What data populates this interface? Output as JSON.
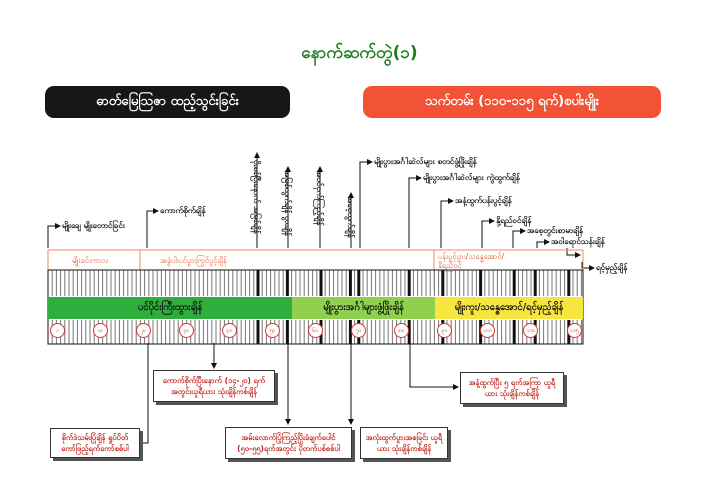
{
  "title": "နောက်ဆက်တွဲ(၁)",
  "banners": {
    "left": "ဓာတ်မြေဩဇာ ထည့်သွင်းခြင်း",
    "right": "သက်တမ်း (၁၁၀-၁၁၅ ရက်)စပါးမျိုး"
  },
  "left_labels": {
    "sowing": "မျိုးချေ မျိုးတောင်ခြင်း",
    "transplant": "ကောက်စိုက်ချိန်"
  },
  "vertical_labels": {
    "v1": "ပိုးစစ်ပြီးနောက် အမြစ်ချိန်",
    "v2": "အမြစ်ထွက်ချိန် ပွားချိန်",
    "v3": "အပင်ငှက်ကြည့်ချိန်",
    "v4": "အစေ့ထွက်ချိန်"
  },
  "right_labels": {
    "r1": "မျိုးပွားအင်္ဂါဆဲလ်များ စတင်ဖွံ့ဖြိုးချိန်",
    "r2": "မျိုးပွားအင်္ဂါဆဲလ်များ ကွဲထွက်ချိန်",
    "r3": "အနံ့ထွက်ပန်းပွင့်ချိန်",
    "r4": "နို့ရည်ဝင်ချိန်",
    "r5": "အစေ့တွင်းစာမာချိန်",
    "r6": "အဝါရောင်သန်းချိန်",
    "r7": "ရင့်မှည့်ချိန်"
  },
  "phase_labels": {
    "p1": "မျိုးခင်းကာလ",
    "p2": "အခွဲပါးပင်ပွားကြွင်ပွင့်ချိန်",
    "p3": "ပန်းပွင့်ပွား/သန္ဓေအောင်/နို့ရည်ဝင်"
  },
  "stages": {
    "s1": "ပင်ပိုင်းကြီးထွားချိန်",
    "s2": "မျိုးပွားအင်္ဂါများဖွံ့ဖြိုးချိန်",
    "s3": "မျိုးကူး/သန္ဓေအောင်/ရင့်မှည့်ချိန်"
  },
  "ages": [
    "၁",
    "၁၀",
    "၂၀",
    "၃၀",
    "၄၀",
    "၅၀",
    "၆၀",
    "၇၀",
    "၈၀",
    "၉၀",
    "၁၀၀",
    "၁၁၀",
    "၁၁၅"
  ],
  "boxes": {
    "b1": "စိုက်ဒဲသမ်းပြုံချိန် ရှုပ်ပိတ်ကော်ဖြည့်ရက်ကော်စစ်ပါ",
    "b2": "ကောက်စိုက်ပြီးနောက် (၁၄-၂၀) ရက် အတွင်းယူရီယား သုံးချိန်ကစ်ချိန်",
    "b3": "အမ်းလောက်ပြုံကြည့်ပြိုးခံချက်ပေါင် (၅၀-၅၅)ရက်အတွင်း ပိုတက်ပစ်စစ်ပါ",
    "b4": "အလုံးထွက်ပွားအစခြင်း ယူရီယား သုံးချိန်ကစ်ချိန်",
    "b5": "အနံ့ထွက်ပြီး ၅ ရက်အကြာ ယူရီယား သုံးချိန်ကစ်ချိန်"
  }
}
